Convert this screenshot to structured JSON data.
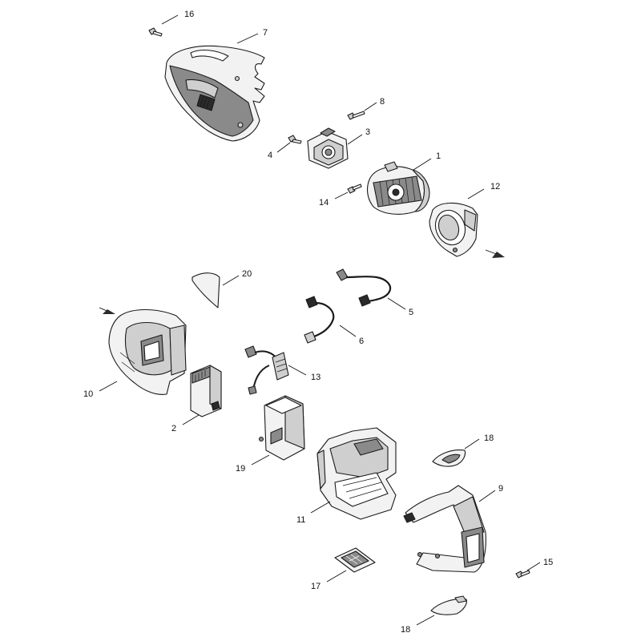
{
  "callouts": {
    "c1": "1",
    "c2": "2",
    "c3": "3",
    "c4": "4",
    "c5": "5",
    "c6": "6",
    "c7": "7",
    "c8": "8",
    "c9": "9",
    "c10": "10",
    "c11": "11",
    "c12": "12",
    "c13": "13",
    "c14": "14",
    "c15": "15",
    "c16": "16",
    "c17": "17",
    "c18a": "18",
    "c18b": "18",
    "c19": "19",
    "c20": "20"
  }
}
